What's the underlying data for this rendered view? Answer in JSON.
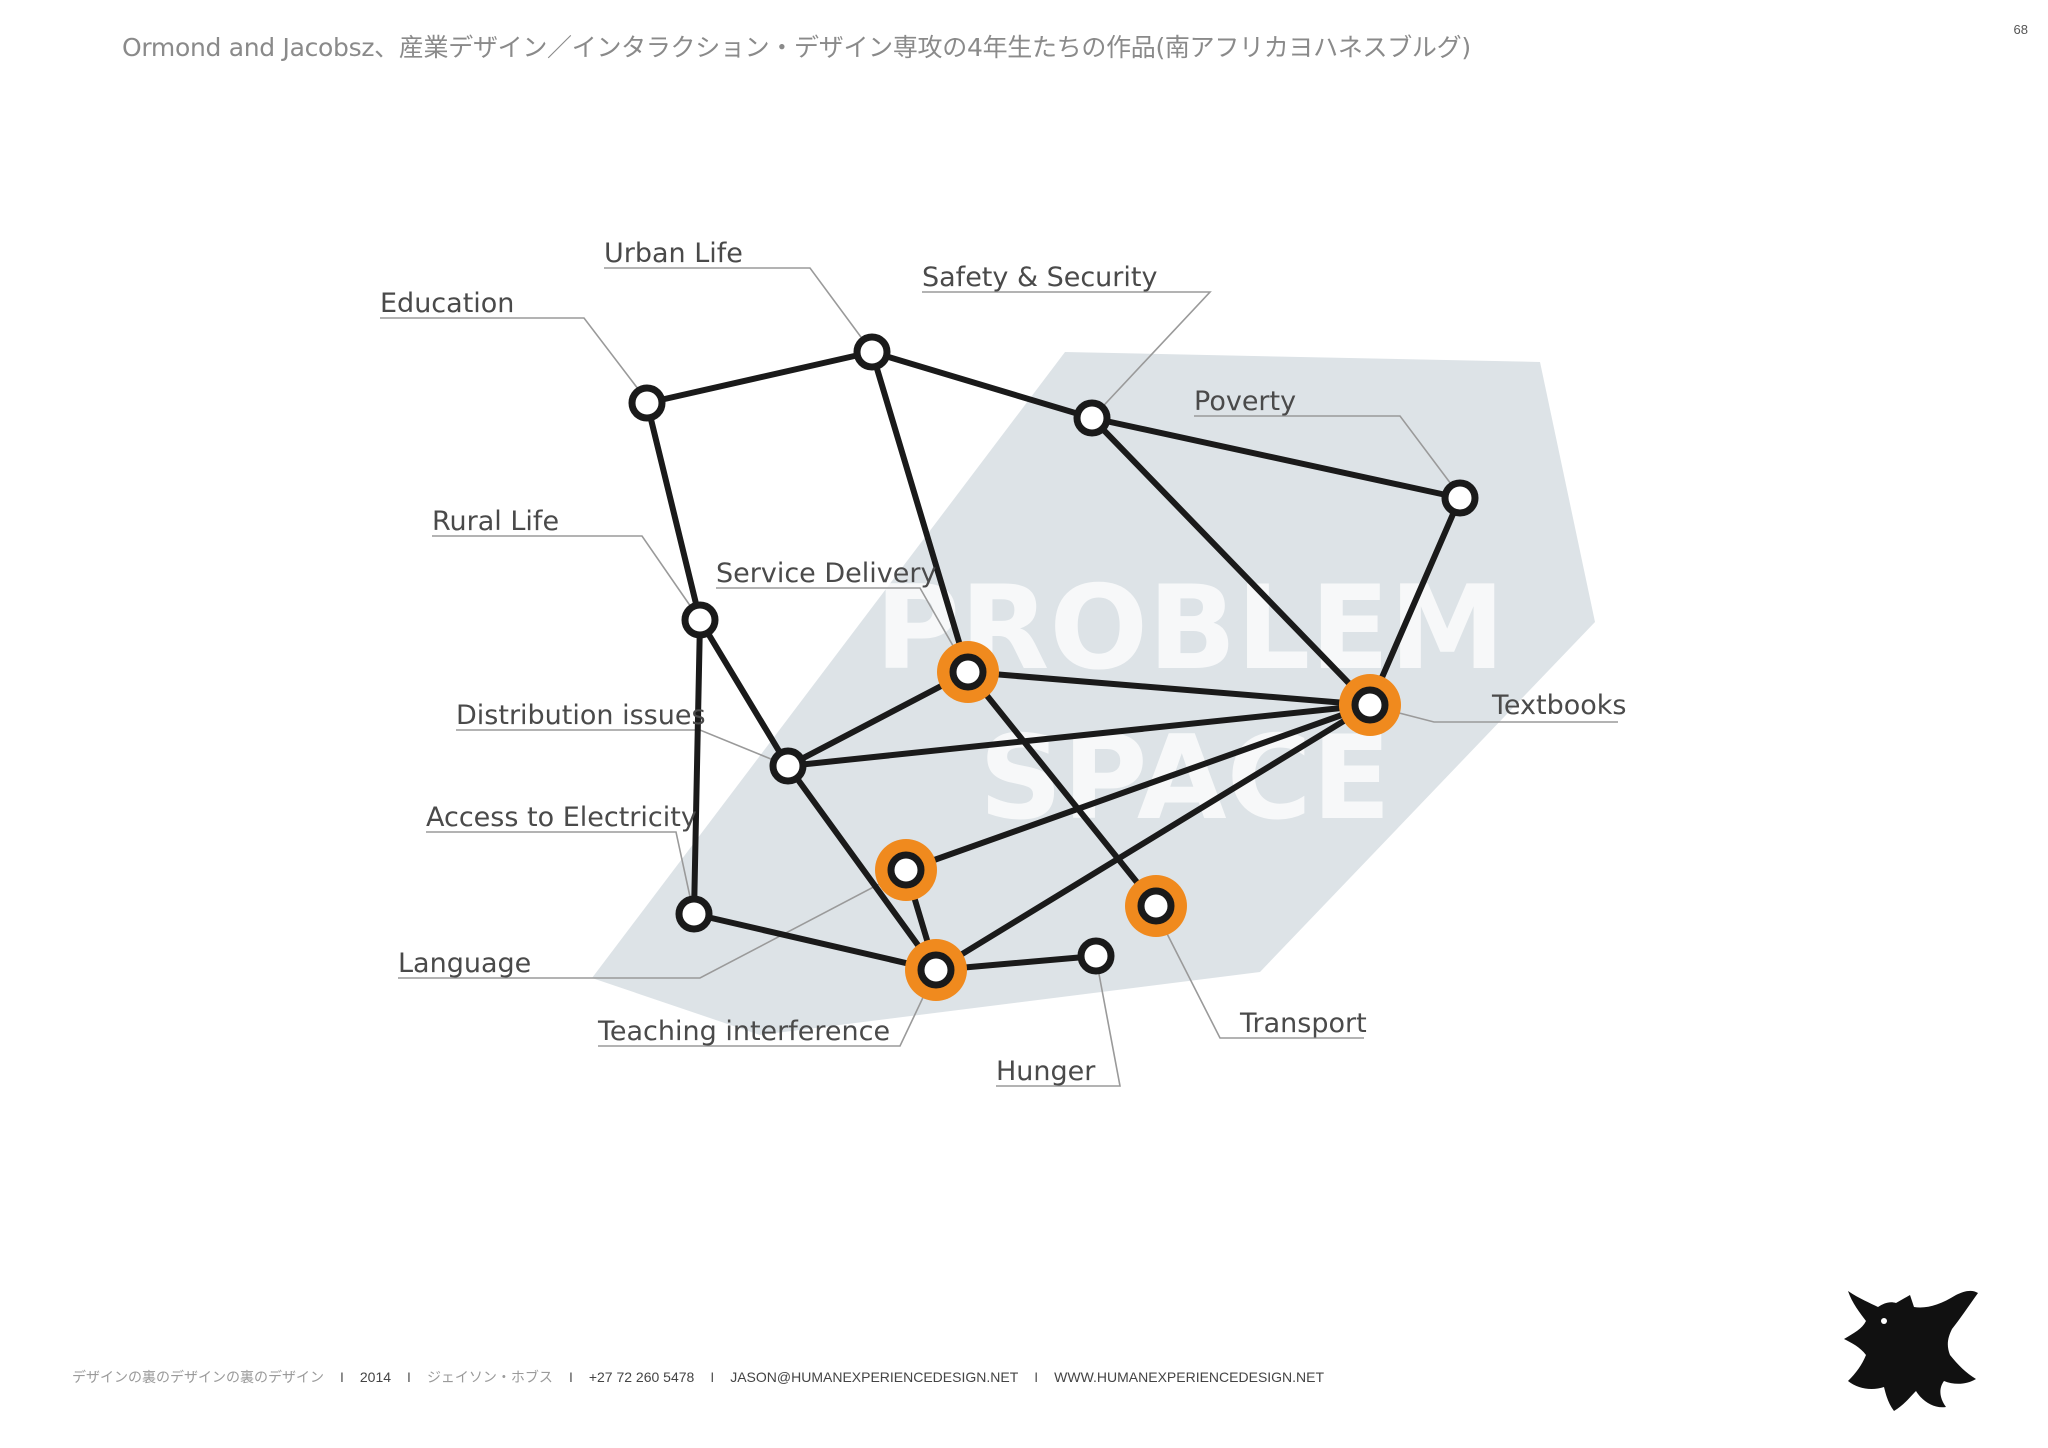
{
  "page": {
    "title": "Ormond and Jacobsz、産業デザイン／インタラクション・デザイン専攻の4年生たちの作品(南アフリカヨハネスブルグ)",
    "number": "68"
  },
  "diagram": {
    "background_text": [
      "PROBLEM",
      "SPACE"
    ],
    "colors": {
      "region": "#dde3e7",
      "node_stroke": "#1a1a1a",
      "highlight": "#f08a1e",
      "label": "#4a4a4a",
      "leader": "#9a9a9a"
    },
    "labels": {
      "education": "Education",
      "urban_life": "Urban Life",
      "safety_security": "Safety & Security",
      "poverty": "Poverty",
      "rural_life": "Rural Life",
      "service_delivery": "Service Delivery",
      "textbooks": "Textbooks",
      "distribution_issues": "Distribution issues",
      "access_electricity": "Access to Electricity",
      "language": "Language",
      "teaching_interference": "Teaching interference",
      "transport": "Transport",
      "hunger": "Hunger"
    },
    "highlighted_nodes": [
      "service_delivery",
      "textbooks",
      "access_electricity",
      "teaching_interference",
      "transport"
    ]
  },
  "footer": {
    "book": "デザインの裏のデザインの裏のデザイン",
    "year": "2014",
    "author": "ジェイソン・ホブス",
    "phone": "+27 72 260 5478",
    "email": "JASON@HUMANEXPERIENCEDESIGN.NET",
    "website": "WWW.HUMANEXPERIENCEDESIGN.NET",
    "separator": "I"
  }
}
